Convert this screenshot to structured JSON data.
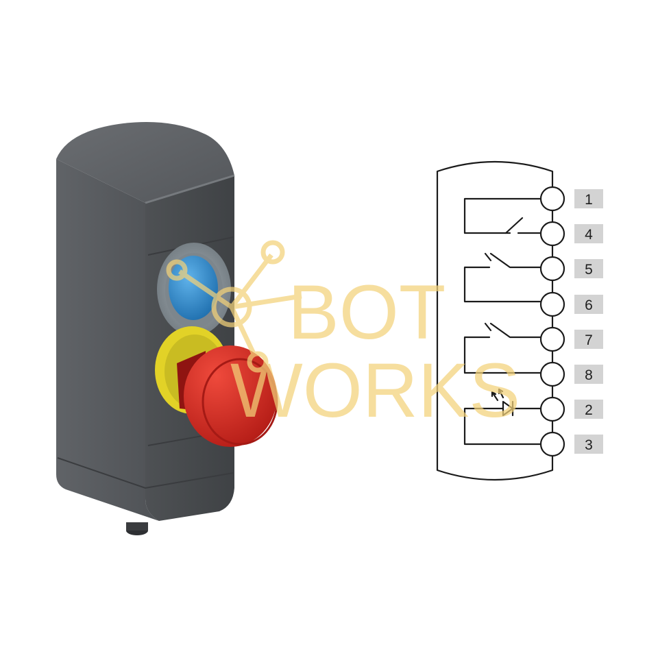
{
  "device": {
    "body_color": "#55585b",
    "top_color": "#5f6266",
    "blue_button_color": "#2f86c6",
    "estop_color": "#d62a22",
    "estop_collar_color": "#e2d227"
  },
  "diagram": {
    "terminals": [
      "1",
      "4",
      "5",
      "6",
      "7",
      "8",
      "2",
      "3"
    ],
    "label_bg": "#d3d3d3",
    "line_color": "#1a1a1a"
  },
  "watermark": {
    "line1": "BOT",
    "line2": "WORKS",
    "color": "#f3d27a"
  }
}
